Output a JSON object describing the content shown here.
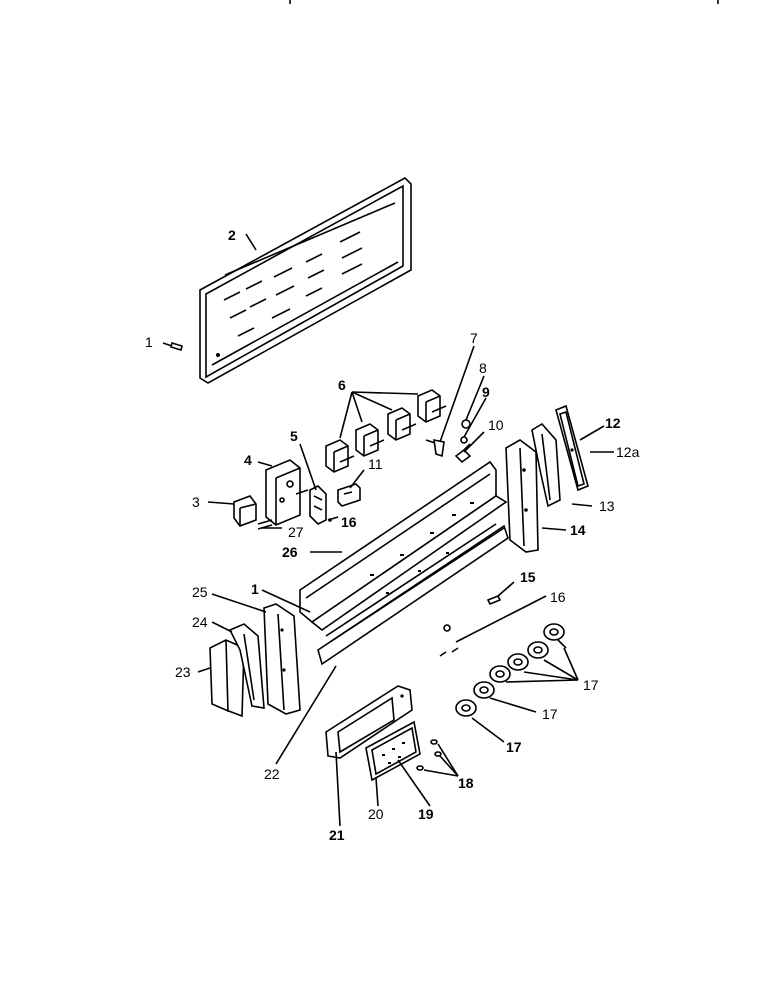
{
  "callouts": {
    "c1": "1",
    "c1b": "1",
    "c2": "2",
    "c3": "3",
    "c4": "4",
    "c5": "5",
    "c6": "6",
    "c7": "7",
    "c8": "8",
    "c9": "9",
    "c10": "10",
    "c11": "11",
    "c12": "12",
    "c12a": "12a",
    "c13": "13",
    "c14": "14",
    "c15": "15",
    "c16": "16",
    "c16b": "16",
    "c17": "17",
    "c17b": "17",
    "c17c": "17",
    "c18": "18",
    "c19": "19",
    "c20": "20",
    "c21": "21",
    "c22": "22",
    "c23": "23",
    "c24": "24",
    "c25": "25",
    "c26": "26",
    "c27": "27"
  },
  "colors": {
    "line": "#000000",
    "background": "#ffffff"
  }
}
